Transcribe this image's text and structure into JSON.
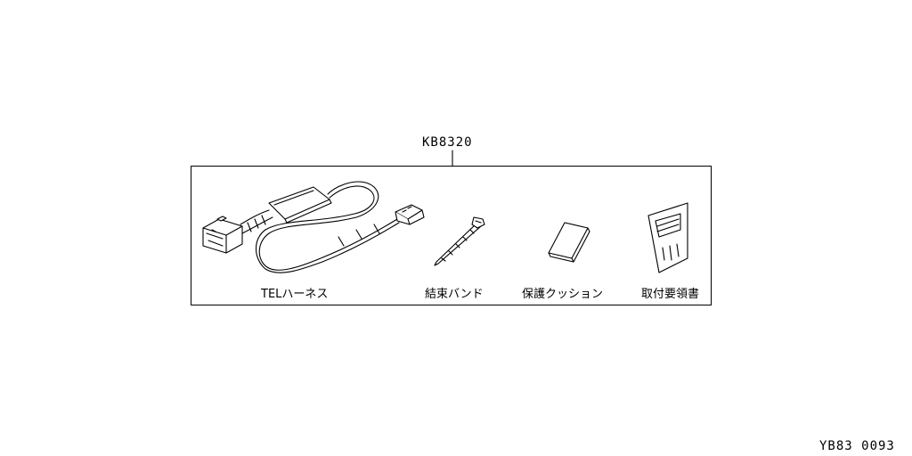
{
  "kit_code": "KB8320",
  "items": [
    {
      "label": "TELハーネス"
    },
    {
      "label": "結束バンド"
    },
    {
      "label": "保護クッション"
    },
    {
      "label": "取付要領書"
    }
  ],
  "drawing_id": "YB83 0093"
}
